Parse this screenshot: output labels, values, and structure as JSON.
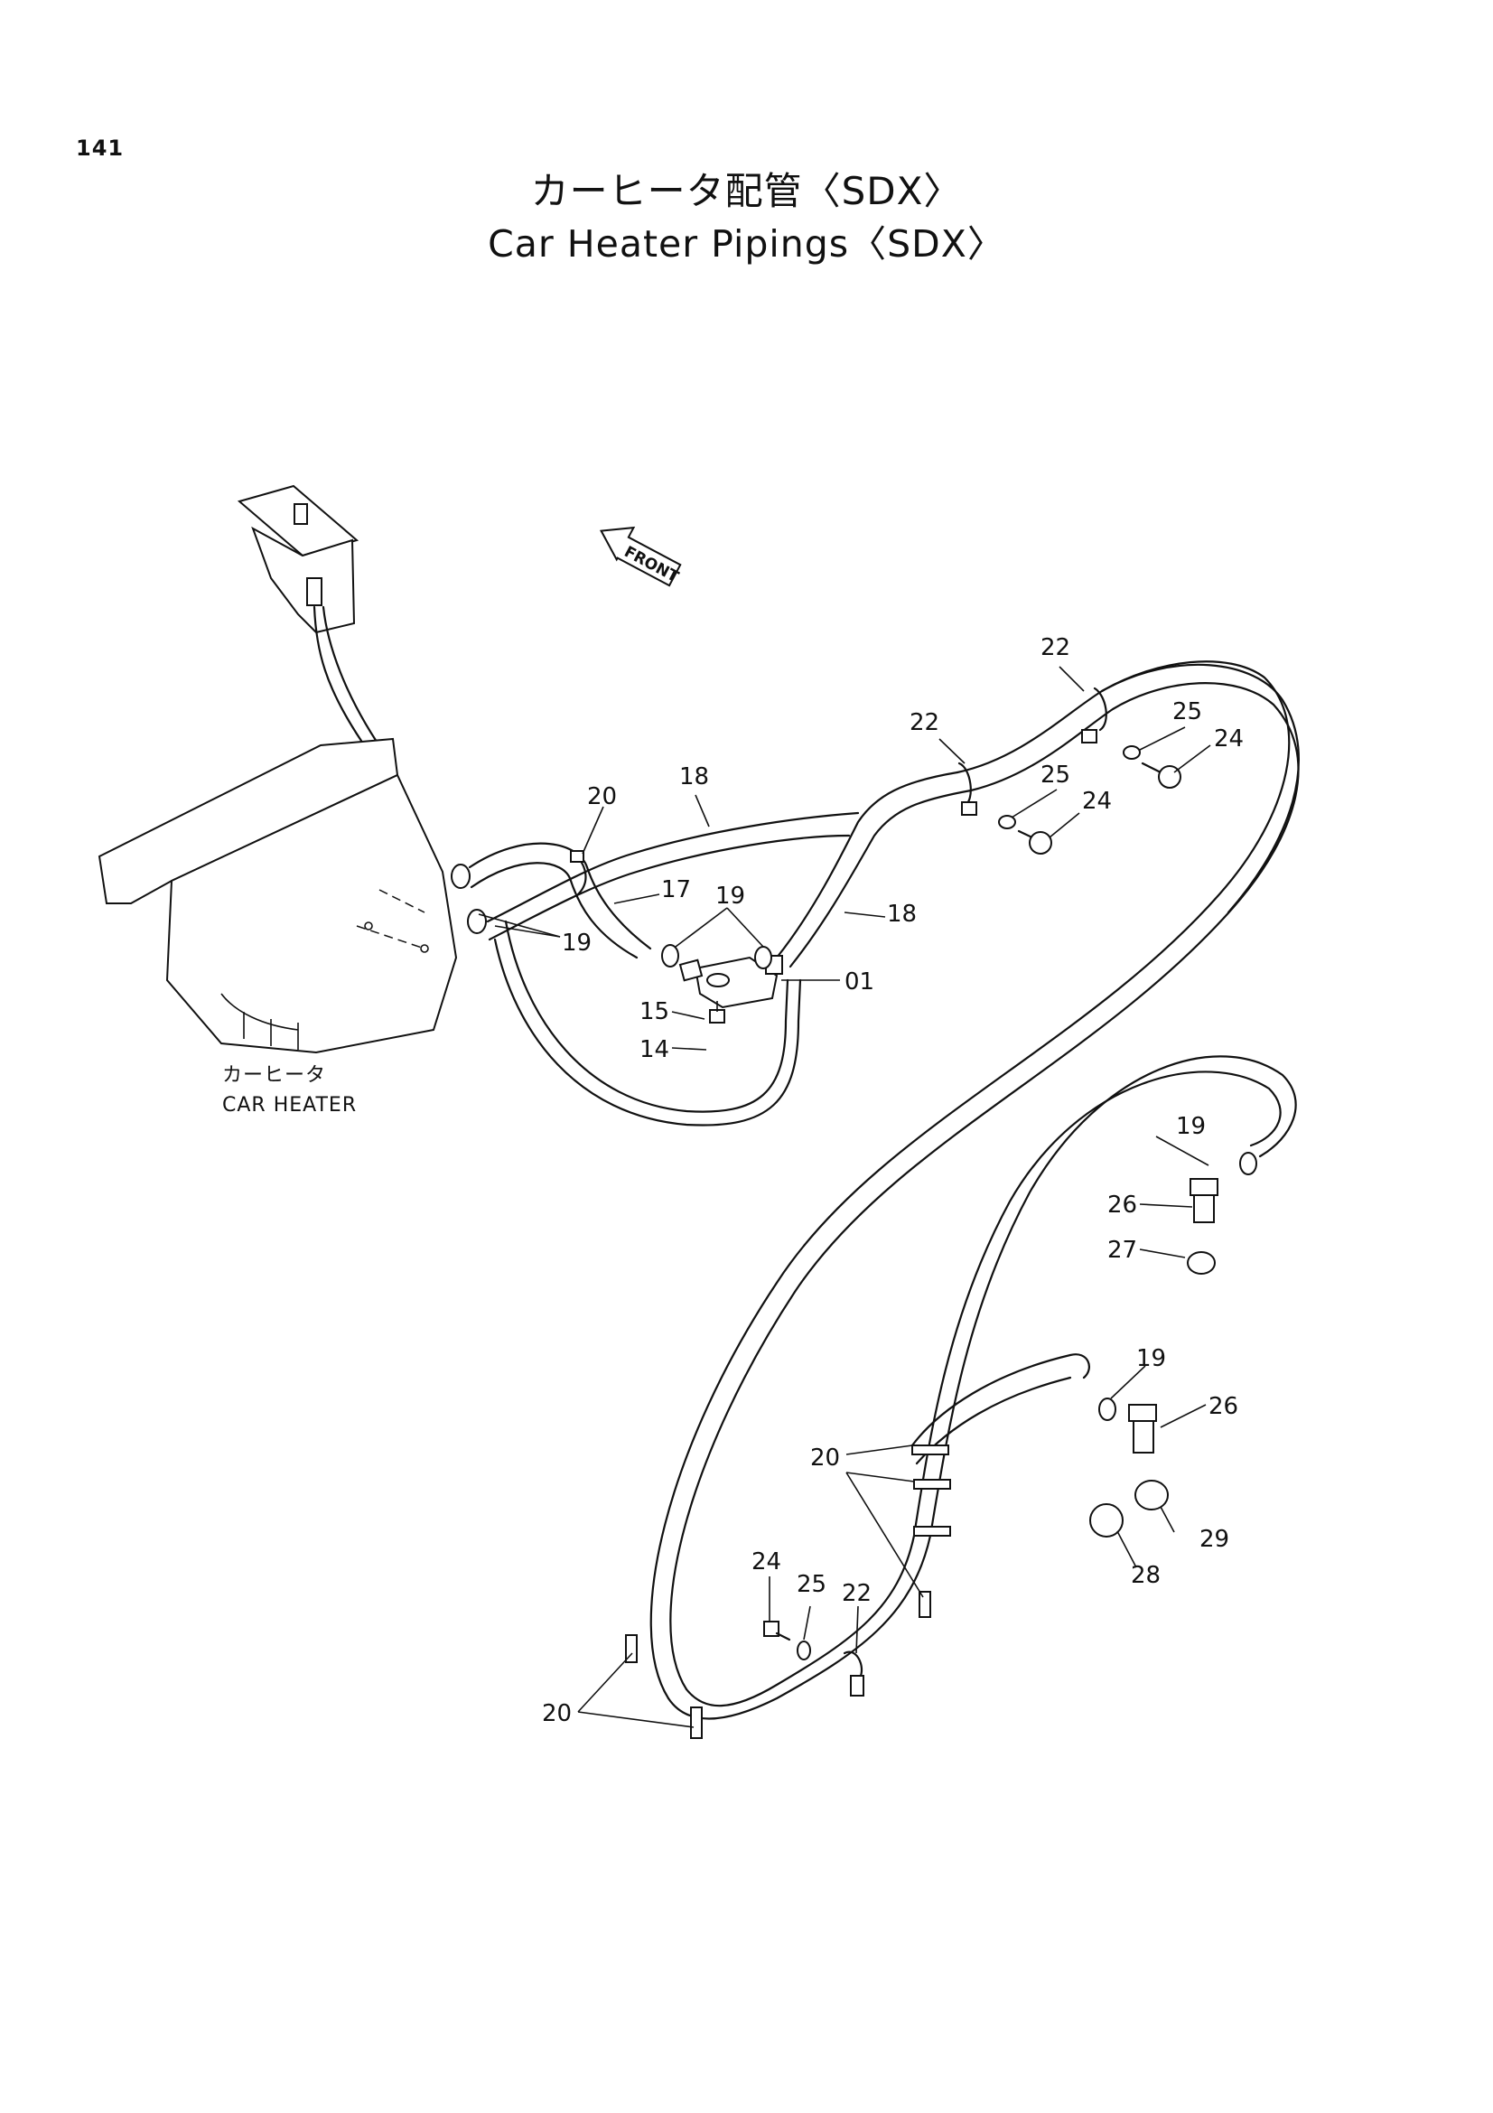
{
  "page_number": "141",
  "title_jp": "カーヒータ配管〈SDX〉",
  "title_en": "Car Heater Pipings〈SDX〉",
  "front_label": "FRONT",
  "car_heater_label_jp": "カーヒータ",
  "car_heater_label_en": "CAR HEATER",
  "callouts": [
    {
      "id": "c01",
      "text": "01"
    },
    {
      "id": "c14",
      "text": "14"
    },
    {
      "id": "c15",
      "text": "15"
    },
    {
      "id": "c17",
      "text": "17"
    },
    {
      "id": "c18a",
      "text": "18"
    },
    {
      "id": "c18b",
      "text": "18"
    },
    {
      "id": "c19a",
      "text": "19"
    },
    {
      "id": "c19b",
      "text": "19"
    },
    {
      "id": "c19c",
      "text": "19"
    },
    {
      "id": "c19d",
      "text": "19"
    },
    {
      "id": "c20a",
      "text": "20"
    },
    {
      "id": "c20b",
      "text": "20"
    },
    {
      "id": "c20c",
      "text": "20"
    },
    {
      "id": "c22a",
      "text": "22"
    },
    {
      "id": "c22b",
      "text": "22"
    },
    {
      "id": "c22c",
      "text": "22"
    },
    {
      "id": "c24a",
      "text": "24"
    },
    {
      "id": "c24b",
      "text": "24"
    },
    {
      "id": "c24c",
      "text": "24"
    },
    {
      "id": "c25a",
      "text": "25"
    },
    {
      "id": "c25b",
      "text": "25"
    },
    {
      "id": "c25c",
      "text": "25"
    },
    {
      "id": "c26a",
      "text": "26"
    },
    {
      "id": "c26b",
      "text": "26"
    },
    {
      "id": "c27",
      "text": "27"
    },
    {
      "id": "c28",
      "text": "28"
    },
    {
      "id": "c29",
      "text": "29"
    }
  ]
}
